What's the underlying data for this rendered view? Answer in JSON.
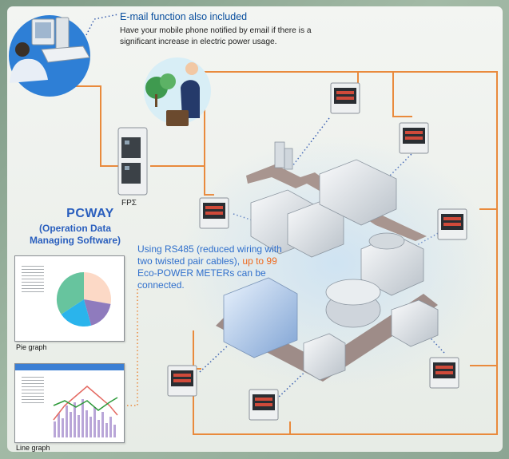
{
  "email": {
    "title": "E-mail function also included",
    "description": "Have your mobile phone notified by email if there is a significant increase in electric power usage."
  },
  "controller": {
    "label": "FPΣ"
  },
  "software": {
    "name": "PCWAY",
    "subtitle": "(Operation Data Managing Software)"
  },
  "network": {
    "text_before": "Using RS485 (reduced wiring with two twisted pair cables),",
    "highlight": "up to 99",
    "text_after": "Eco-POWER METERs can be connected."
  },
  "graphs": {
    "pie_caption": "Pie graph",
    "line_caption": "Line graph"
  },
  "colors": {
    "wire": "#e98a3c",
    "link": "#3a5fb0",
    "accent_blue": "#2a5fbe",
    "highlight": "#ef6a1e",
    "pie": [
      "#fcd9c6",
      "#8f7bbd",
      "#2ab4ec",
      "#67c49e"
    ],
    "bars": "#b9a6d8",
    "line_red": "#e46a62",
    "line_green": "#2e9a3a"
  }
}
